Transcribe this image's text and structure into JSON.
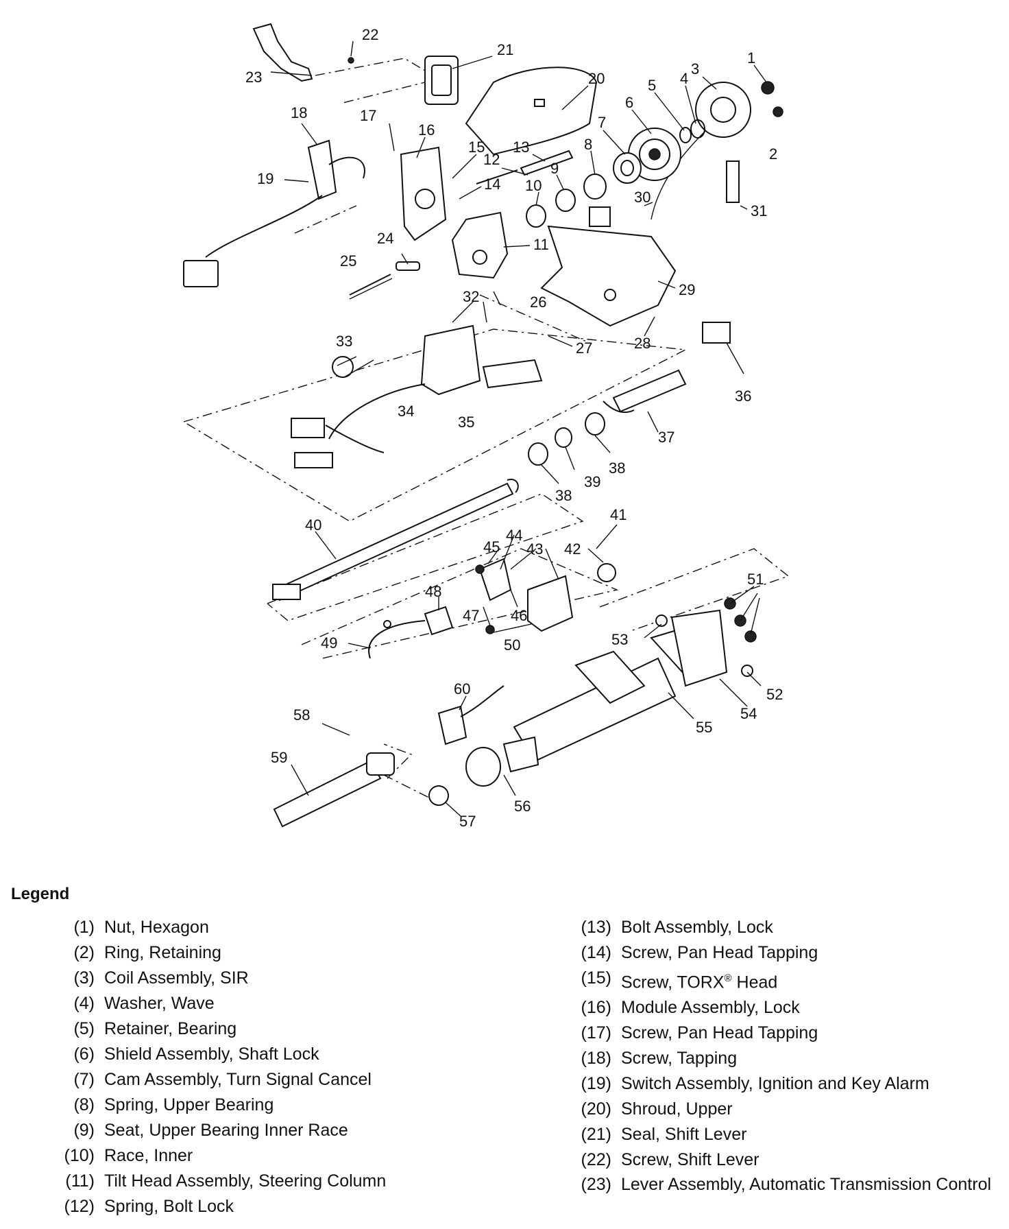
{
  "callouts": [
    "1",
    "2",
    "3",
    "4",
    "5",
    "6",
    "7",
    "8",
    "9",
    "10",
    "11",
    "12",
    "13",
    "14",
    "15",
    "16",
    "17",
    "18",
    "19",
    "20",
    "21",
    "22",
    "23",
    "24",
    "25",
    "26",
    "27",
    "28",
    "29",
    "30",
    "31",
    "32",
    "33",
    "34",
    "35",
    "36",
    "37",
    "38",
    "38",
    "39",
    "40",
    "41",
    "42",
    "43",
    "44",
    "45",
    "46",
    "47",
    "48",
    "49",
    "50",
    "51",
    "52",
    "53",
    "54",
    "55",
    "56",
    "57",
    "58",
    "59",
    "60"
  ],
  "legend": {
    "title": "Legend",
    "left": [
      {
        "num": "(1)",
        "desc": "Nut, Hexagon"
      },
      {
        "num": "(2)",
        "desc": "Ring, Retaining"
      },
      {
        "num": "(3)",
        "desc": "Coil Assembly, SIR"
      },
      {
        "num": "(4)",
        "desc": "Washer, Wave"
      },
      {
        "num": "(5)",
        "desc": "Retainer, Bearing"
      },
      {
        "num": "(6)",
        "desc": "Shield Assembly, Shaft Lock"
      },
      {
        "num": "(7)",
        "desc": "Cam Assembly, Turn Signal Cancel"
      },
      {
        "num": "(8)",
        "desc": "Spring, Upper Bearing"
      },
      {
        "num": "(9)",
        "desc": "Seat, Upper Bearing Inner Race"
      },
      {
        "num": "(10)",
        "desc": "Race, Inner"
      },
      {
        "num": "(11)",
        "desc": "Tilt Head Assembly, Steering Column"
      },
      {
        "num": "(12)",
        "desc": "Spring, Bolt Lock"
      }
    ],
    "right": [
      {
        "num": "(13)",
        "desc": "Bolt Assembly, Lock"
      },
      {
        "num": "(14)",
        "desc": "Screw, Pan Head Tapping"
      },
      {
        "num": "(15)",
        "desc": "Screw, TORX® Head"
      },
      {
        "num": "(16)",
        "desc": "Module Assembly, Lock"
      },
      {
        "num": "(17)",
        "desc": "Screw, Pan Head Tapping"
      },
      {
        "num": "(18)",
        "desc": "Screw, Tapping"
      },
      {
        "num": "(19)",
        "desc": "Switch Assembly, Ignition and Key Alarm"
      },
      {
        "num": "(20)",
        "desc": "Shroud, Upper"
      },
      {
        "num": "(21)",
        "desc": "Seal, Shift Lever"
      },
      {
        "num": "(22)",
        "desc": "Screw, Shift Lever"
      },
      {
        "num": "(23)",
        "desc": "Lever Assembly, Automatic Transmission Control"
      }
    ]
  }
}
